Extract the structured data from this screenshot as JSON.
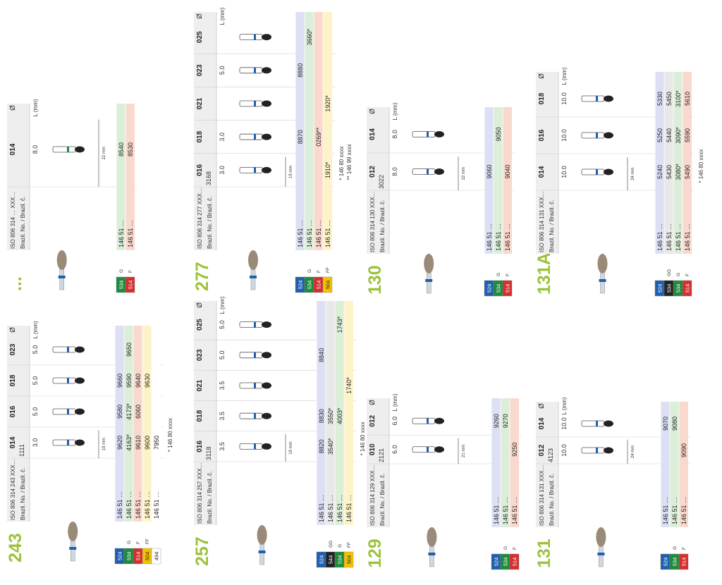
{
  "colors": {
    "accent_green": "#9bc23c",
    "blue": "#1f5fae",
    "dark_green": "#1e8a3c",
    "red": "#d32f2f",
    "yellow": "#f3c200",
    "white": "#ffffff",
    "black": "#222222",
    "dark_gray": "#555555",
    "tint_blue": "#dde0f4",
    "tint_green": "#dbeed8",
    "tint_red": "#f9d8cd",
    "tint_yellow": "#fdf3c8",
    "tint_gray": "#e8e8e8",
    "tint_white": "#ffffff"
  },
  "common": {
    "iso_prefix_label": "ISO 806 314",
    "brazil_label": "Brazil. No. / Brazil. č.",
    "diameter_symbol": "Ø",
    "length_label": "L (mm)",
    "l_marker": "L",
    "code_prefix": "146 51 …",
    "footnote_146_80": "* 146 80 xxxx",
    "footnote_146_99": "** 146 99 xxxx"
  },
  "products": [
    {
      "id": "243",
      "title": "243",
      "iso_code": "ISO 806 314 243 XXX…",
      "brazil_no": "1111",
      "sizes": [
        "014",
        "016",
        "018",
        "023"
      ],
      "lengths": [
        "3.0",
        "5.0",
        "5.0",
        "5.0"
      ],
      "dim_label": "19 mm",
      "grits": [
        {
          "code": "524",
          "letter": "",
          "color": "blue",
          "values": [
            "9620",
            "9580",
            "9660",
            ""
          ]
        },
        {
          "code": "534",
          "letter": "G",
          "color": "dark_green",
          "values": [
            "4163*",
            "4173*",
            "9590",
            "9650"
          ]
        },
        {
          "code": "514",
          "letter": "F",
          "color": "red",
          "values": [
            "9610",
            "6060",
            "9640",
            ""
          ]
        },
        {
          "code": "504",
          "letter": "FF",
          "color": "yellow",
          "values": [
            "9600",
            "",
            "9630",
            ""
          ]
        },
        {
          "code": "494",
          "letter": "",
          "color": "white",
          "values": [
            "7950",
            "",
            "",
            ""
          ]
        }
      ],
      "footnotes": [
        "* 146 80 xxxx"
      ]
    },
    {
      "id": "257",
      "title": "257",
      "iso_code": "ISO 806 314 257 XXX…",
      "brazil_no": "3118",
      "sizes": [
        "016",
        "018",
        "021",
        "023",
        "025"
      ],
      "lengths": [
        "3.5",
        "3.5",
        "3.5",
        "5.0",
        "5.0"
      ],
      "dim_label": "19 mm",
      "grits": [
        {
          "code": "524",
          "letter": "",
          "color": "blue",
          "values": [
            "8820",
            "8830",
            "",
            "8840",
            ""
          ]
        },
        {
          "code": "544",
          "letter": "GG",
          "color": "black",
          "values": [
            "3540*",
            "3550*",
            "",
            "",
            ""
          ]
        },
        {
          "code": "534",
          "letter": "G",
          "color": "dark_green",
          "values": [
            "",
            "4003*",
            "",
            "",
            "1743*"
          ]
        },
        {
          "code": "504",
          "letter": "FF",
          "color": "yellow",
          "values": [
            "",
            "",
            "1740*",
            "",
            ""
          ]
        }
      ],
      "footnotes": [
        "* 146 80 xxxx"
      ]
    },
    {
      "id": "129",
      "title": "129",
      "iso_code": "ISO 806 314 129 XXX…",
      "brazil_no": "2121",
      "sizes": [
        "010",
        "012"
      ],
      "lengths": [
        "6.0",
        "6.0"
      ],
      "dim_label": "21 mm",
      "grits": [
        {
          "code": "524",
          "letter": "",
          "color": "blue",
          "values": [
            "",
            "9260"
          ]
        },
        {
          "code": "534",
          "letter": "G",
          "color": "dark_green",
          "values": [
            "",
            "9270"
          ]
        },
        {
          "code": "514",
          "letter": "F",
          "color": "red",
          "values": [
            "9250",
            ""
          ]
        }
      ],
      "footnotes": []
    },
    {
      "id": "131",
      "title": "131",
      "iso_code": "ISO 806 314 131 XXX…",
      "brazil_no": "4123",
      "sizes": [
        "012",
        "014"
      ],
      "lengths": [
        "10.0",
        "10.0"
      ],
      "dim_label": "24 mm",
      "grits": [
        {
          "code": "524",
          "letter": "",
          "color": "blue",
          "values": [
            "",
            "9070"
          ]
        },
        {
          "code": "534",
          "letter": "G",
          "color": "dark_green",
          "values": [
            "",
            "9080"
          ]
        },
        {
          "code": "514",
          "letter": "F",
          "color": "red",
          "values": [
            "9090",
            ""
          ]
        }
      ],
      "footnotes": []
    },
    {
      "id": "314",
      "title": "...",
      "iso_code": "ISO 806 314 … XXX…",
      "brazil_no": "",
      "sizes": [
        "014"
      ],
      "lengths": [
        "8.0"
      ],
      "dim_label": "22 mm",
      "grits": [
        {
          "code": "534",
          "letter": "G",
          "color": "dark_green",
          "values": [
            "8540"
          ]
        },
        {
          "code": "514",
          "letter": "F",
          "color": "red",
          "values": [
            "8530"
          ]
        }
      ],
      "footnotes": []
    },
    {
      "id": "277",
      "title": "277",
      "iso_code": "ISO 806 314 277 XXX…",
      "brazil_no": "3168",
      "sizes": [
        "016",
        "018",
        "021",
        "023",
        "025"
      ],
      "lengths": [
        "3.0",
        "3.0",
        "",
        "5.0",
        ""
      ],
      "dim_label": "19 mm",
      "grits": [
        {
          "code": "524",
          "letter": "",
          "color": "blue",
          "values": [
            "",
            "8870",
            "",
            "8880",
            ""
          ]
        },
        {
          "code": "534",
          "letter": "G",
          "color": "dark_green",
          "values": [
            "",
            "",
            "",
            "",
            "3660*"
          ]
        },
        {
          "code": "514",
          "letter": "F",
          "color": "red",
          "values": [
            "",
            "0269**",
            "",
            "",
            ""
          ]
        },
        {
          "code": "504",
          "letter": "FF",
          "color": "yellow",
          "values": [
            "1910*",
            "",
            "1920*",
            "",
            ""
          ]
        }
      ],
      "footnotes": [
        "* 146 80 xxxx",
        "** 146 99 xxxx"
      ]
    },
    {
      "id": "130",
      "title": "130",
      "iso_code": "ISO 806 314 130 XXX…",
      "brazil_no": "3022",
      "sizes": [
        "012",
        "014"
      ],
      "lengths": [
        "8.0",
        "8.0"
      ],
      "dim_label": "22 mm",
      "grits": [
        {
          "code": "524",
          "letter": "",
          "color": "blue",
          "values": [
            "9060",
            ""
          ]
        },
        {
          "code": "534",
          "letter": "G",
          "color": "dark_green",
          "values": [
            "",
            "9050"
          ]
        },
        {
          "code": "514",
          "letter": "F",
          "color": "red",
          "values": [
            "9040",
            ""
          ]
        }
      ],
      "footnotes": []
    },
    {
      "id": "131A",
      "title": "131A",
      "iso_code": "ISO 806 314 131 XXX…",
      "brazil_no": "",
      "sizes": [
        "014",
        "016",
        "018"
      ],
      "lengths": [
        "10.0",
        "10.0",
        "10.0"
      ],
      "dim_label": "24 mm",
      "grits": [
        {
          "code": "524",
          "letter": "",
          "color": "blue",
          "values": [
            "5240",
            "5250",
            "5330"
          ]
        },
        {
          "code": "534",
          "letter": "GG",
          "color": "black",
          "values": [
            "5430",
            "5440",
            "5450"
          ]
        },
        {
          "code": "534",
          "letter": "G",
          "color": "dark_green",
          "values": [
            "3080*",
            "3090*",
            "3100*"
          ]
        },
        {
          "code": "514",
          "letter": "F",
          "color": "red",
          "values": [
            "5490",
            "5590",
            "5610"
          ]
        }
      ],
      "footnotes": [
        "* 146 80 xxxx"
      ]
    }
  ]
}
